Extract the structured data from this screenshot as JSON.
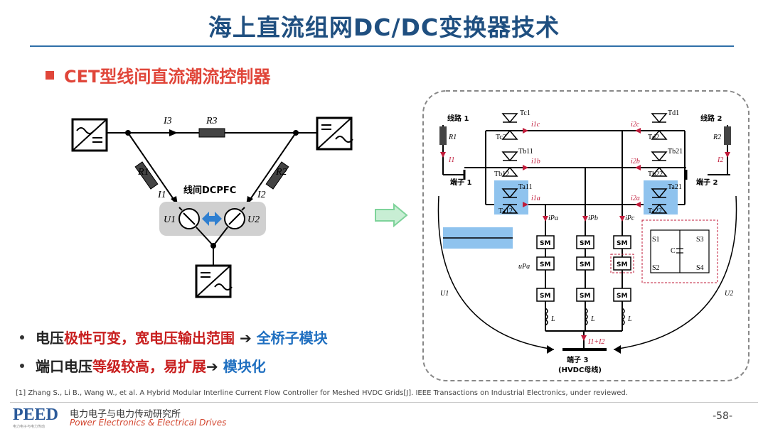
{
  "header": {
    "title": "海上直流组网DC/DC变换器技术",
    "subtitle": "CET型线间直流潮流控制器"
  },
  "left_diagram": {
    "I3": "I3",
    "R3": "R3",
    "R1": "R1",
    "R2": "R2",
    "I1": "I1",
    "I2": "I2",
    "U1": "U1",
    "U2": "U2",
    "dcpfc_label": "线间DCPFC"
  },
  "right_diagram": {
    "line1": "线路 1",
    "line2": "线路 2",
    "R1": "R1",
    "R2": "R2",
    "I1": "I1",
    "I2": "I2",
    "terminal1": "端子 1",
    "terminal2": "端子 2",
    "terminal3": "端子 3",
    "terminal3_sub": "(HVDC母线)",
    "Tc1": "Tc1",
    "Tc2": "Tc2",
    "Td1": "Td1",
    "Td2": "Td2",
    "Tb11": "Tb11",
    "Tb12": "Tb12",
    "Tb21": "Tb21",
    "Tb22": "Tb22",
    "Ta11": "Ta11",
    "Ta12": "Ta12",
    "Ta21": "Ta21",
    "Ta22": "Ta22",
    "i1c": "i1c",
    "i1b": "i1b",
    "i1a": "i1a",
    "i2c": "i2c",
    "i2b": "i2b",
    "i2a": "i2a",
    "iPa": "iPa",
    "iPb": "iPb",
    "iPc": "iPc",
    "uPa": "uPa",
    "sm": "SM",
    "L": "L",
    "I1plusI2": "I1+I2",
    "U1": "U1",
    "U2": "U2",
    "S1": "S1",
    "S2": "S2",
    "S3": "S3",
    "S4": "S4",
    "C": "C"
  },
  "bullets": [
    {
      "a": "电压",
      "b": "极性可变，",
      "c": "宽电压输出范围",
      "d": " ➔ ",
      "e": "全桥子模块"
    },
    {
      "a": "端口电压",
      "b": "等级较高，",
      "c": "易扩展",
      "d": "➔ ",
      "e": "模块化"
    }
  ],
  "reference": "[1] Zhang S., Li B., Wang W., et al. A Hybrid Modular Interline Current Flow Controller for Meshed HVDC Grids[J]. IEEE Transactions on Industrial Electronics, under reviewed.",
  "footer": {
    "logo": "PEED",
    "logo_sub": "电力电子与电力传动",
    "org_cn": "电力电子与电力传动研究所",
    "org_en": "Power Electronics & Electrical Drives",
    "page": "-58-"
  },
  "colors": {
    "title": "#1f4f80",
    "accent_red": "#e0463a",
    "highlight_blue": "#1f6fc0",
    "arrow_green": "#7ed39a"
  }
}
